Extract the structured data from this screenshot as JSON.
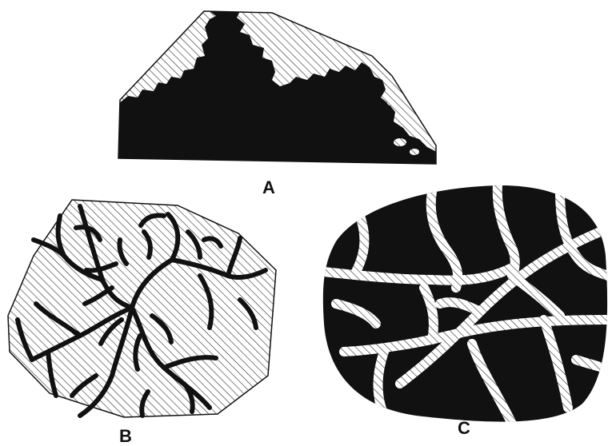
{
  "panels": [
    {
      "id": "A",
      "label": "A"
    },
    {
      "id": "B",
      "label": "B"
    },
    {
      "id": "C",
      "label": "C"
    }
  ],
  "colors": {
    "ink": "#111111",
    "hatch": "#1a1a1a",
    "background": "#ffffff"
  }
}
